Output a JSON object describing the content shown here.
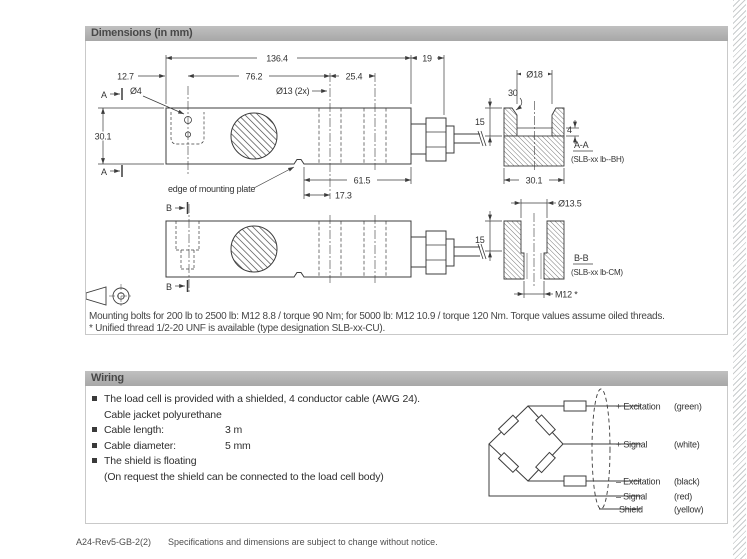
{
  "dimensions_section": {
    "title": "Dimensions (in mm)",
    "drawing": {
      "overall_length": "136.4",
      "gland_length": "19",
      "hole_offset": "12.7",
      "hole_pitch": "76.2",
      "hole_pitch2": "25.4",
      "small_hole": "Ø4",
      "through_holes": "Ø13 (2x)",
      "body_height": "30.1",
      "section_a": "A",
      "section_b": "B",
      "edge_note": "edge of mounting plate",
      "dim_61_5": "61.5",
      "dim_17_3": "17.3"
    },
    "section_aa": {
      "bore": "Ø18",
      "angle": "30",
      "depth": "15",
      "step": "4",
      "label": "A-A",
      "type_note": "(SLB-xx lb--BH)",
      "width": "30.1"
    },
    "section_bb": {
      "bore": "Ø13.5",
      "depth": "15",
      "label": "B-B",
      "type_note": "(SLB-xx lb-CM)",
      "thread": "M12 *"
    },
    "footnote_1": "Mounting bolts for 200 lb to 2500 lb: M12 8.8 / torque 90 Nm; for 5000 lb: M12 10.9 / torque 120 Nm. Torque values assume oiled threads.",
    "footnote_2": "*   Unified thread 1/2-20 UNF is available (type designation SLB-xx-CU)."
  },
  "wiring_section": {
    "title": "Wiring",
    "bullets": [
      {
        "line1": "The load cell is provided with a shielded, 4 conductor cable (AWG 24).",
        "line2": "Cable jacket polyurethane"
      },
      {
        "label": "Cable length:",
        "value": "3 m"
      },
      {
        "label": "Cable diameter:",
        "value": "5 mm"
      },
      {
        "line1": "The shield is floating",
        "line2": "(On request the shield can be connected to the load cell body)"
      }
    ],
    "diagram": {
      "wires": [
        {
          "name": "+ Excitation",
          "color": "(green)"
        },
        {
          "name": "+ Signal",
          "color": "(white)"
        },
        {
          "name": "– Excitation",
          "color": "(black)"
        },
        {
          "name": "– Signal",
          "color": "(red)"
        },
        {
          "name": "Shield",
          "color": "(yellow)"
        }
      ]
    }
  },
  "footer": {
    "doc_code": "A24-Rev5-GB-2(2)",
    "note": "Specifications and dimensions are subject to change without notice."
  }
}
